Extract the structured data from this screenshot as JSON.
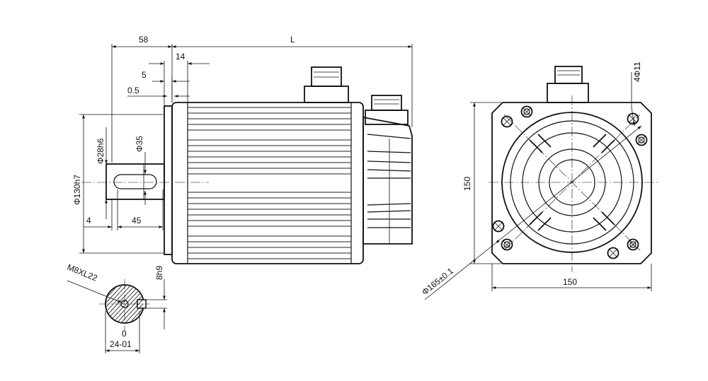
{
  "side_view": {
    "dimensions": {
      "shaft_extension": "58",
      "overall_length": "L",
      "flange_thickness": "14",
      "spigot_depth": "5",
      "spigot_gap": "0.5",
      "shaft_diameter": "Φ28h6",
      "spigot_diameter": "Φ130h7",
      "boss_diameter": "Φ35",
      "key_offset": "4",
      "key_length": "45"
    }
  },
  "shaft_section": {
    "thread_label": "M8XL22",
    "key_width": "8h9",
    "key_depth_top": "0",
    "key_depth_bottom": "24-01"
  },
  "end_view": {
    "dimensions": {
      "mounting_holes": "4Φ11",
      "flange_height": "150",
      "flange_width": "150",
      "pitch_circle": "Φ165±0.1"
    }
  },
  "colors": {
    "line": "#111111",
    "background": "#ffffff"
  }
}
